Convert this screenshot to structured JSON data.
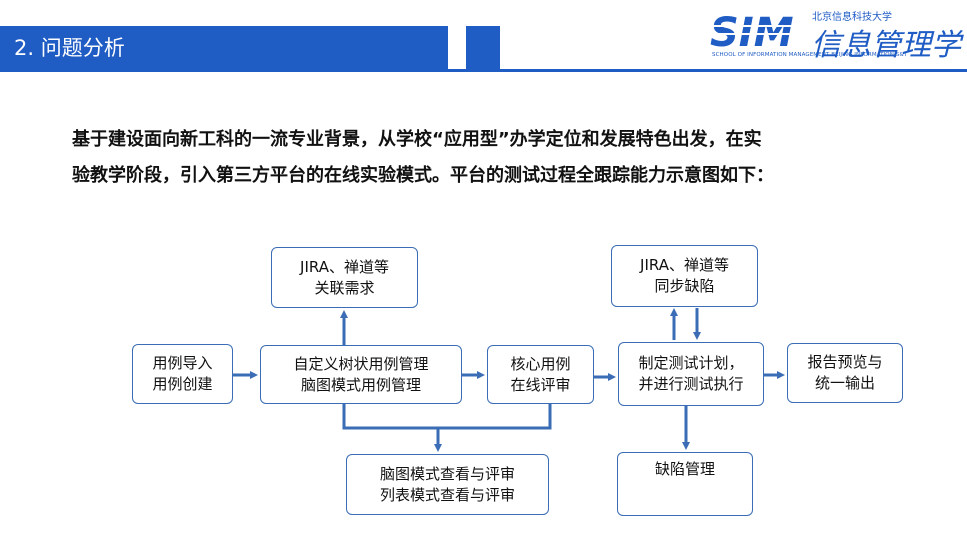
{
  "header": {
    "title": "2. 问题分析",
    "logo": {
      "mark": "SIM",
      "university": "北京信息科技大学",
      "name_cn": "信息管理学",
      "name_en": "SCHOOL OF INFORMATION MANAGEMENT BEIJING INFORMATION S&T"
    }
  },
  "intro": {
    "line1": "基于建设面向新工科的一流专业背景，从学校“应用型”办学定位和发展特色出发，在实",
    "line2": "验教学阶段，引入第三方平台的在线实验模式。平台的测试过程全跟踪能力示意图如下："
  },
  "diagram": {
    "import": {
      "line1": "用例导入",
      "line2": "用例创建"
    },
    "jira_req": {
      "line1": "JIRA、禅道等",
      "line2": "关联需求"
    },
    "custom_tree": {
      "line1": "自定义树状用例管理",
      "line2": "脑图模式用例管理"
    },
    "core_review": {
      "line1": "核心用例",
      "line2": "在线评审"
    },
    "view_review": {
      "line1": "脑图模式查看与评审",
      "line2": "列表模式查看与评审"
    },
    "jira_sync": {
      "line1": "JIRA、禅道等",
      "line2": "同步缺陷"
    },
    "test_plan": {
      "line1": "制定测试计划，",
      "line2": "并进行测试执行"
    },
    "report": {
      "line1": "报告预览与",
      "line2": "统一输出"
    },
    "defect": {
      "line1": "缺陷管理"
    }
  },
  "colors": {
    "primary": "#1f5cc4",
    "box_border": "#3a6db5",
    "arrow": "#3a6db5"
  }
}
